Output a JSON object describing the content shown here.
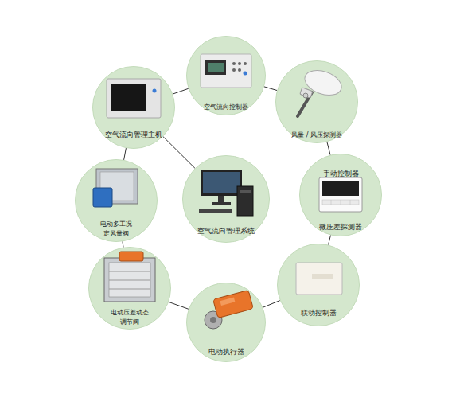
{
  "diagram": {
    "nodes": [
      {
        "text": [
          "空气流向控制器"
        ]
      },
      {
        "text": [
          "空气流向管理主机"
        ]
      },
      {
        "text": [
          "风量 / 风压探测器"
        ]
      },
      {
        "text": [
          "手动控制器",
          "微压差探测器"
        ]
      },
      {
        "text": [
          "空气流向管理系统"
        ]
      },
      {
        "text": [
          "电动多工况定风量阀"
        ]
      },
      {
        "text": [
          "电动压差动态调节阀"
        ]
      },
      {
        "text": [
          "联动控制器"
        ]
      },
      {
        "text": [
          "电动执行器"
        ]
      }
    ],
    "edges": [
      {
        "from": 1,
        "to": 0,
        "arrow": "none"
      },
      {
        "from": 0,
        "to": 2,
        "arrow": "none"
      },
      {
        "from": 2,
        "to": 3,
        "arrow": "none"
      },
      {
        "from": 3,
        "to": 7,
        "arrow": "none"
      },
      {
        "from": 7,
        "to": 8,
        "arrow": "none"
      },
      {
        "from": 8,
        "to": 6,
        "arrow": "none"
      },
      {
        "from": 6,
        "to": 5,
        "arrow": "none"
      },
      {
        "from": 5,
        "to": 1,
        "arrow": "none"
      },
      {
        "from": 1,
        "to": 4,
        "arrow": "none"
      }
    ]
  }
}
